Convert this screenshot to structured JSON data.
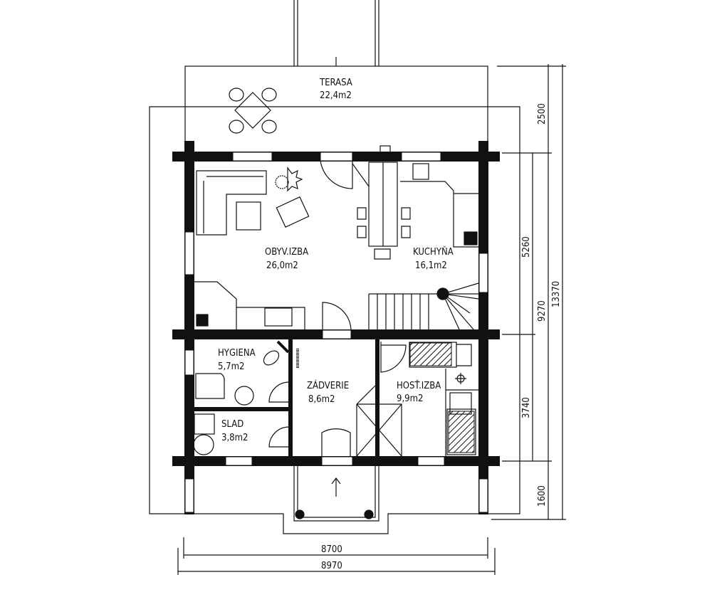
{
  "rooms": [
    {
      "name": "TERASA",
      "area": "22,4m2"
    },
    {
      "name": "OBYV.IZBA",
      "area": "26,0m2"
    },
    {
      "name": "KUCHYŇA",
      "area": "16,1m2"
    },
    {
      "name": "HYGIENA",
      "area": "5,7m2"
    },
    {
      "name": "ZÁDVERIE",
      "area": "8,6m2"
    },
    {
      "name": "HOSŤ.IZBA",
      "area": "9,9m2"
    },
    {
      "name": "SLAD",
      "area": "3,8m2"
    }
  ],
  "dimensions": {
    "right": [
      "2500",
      "5260",
      "9270",
      "13370",
      "3740",
      "1600"
    ],
    "bottom": [
      "8700",
      "8970"
    ]
  },
  "colors": {
    "line": "#111111",
    "background": "#ffffff"
  }
}
